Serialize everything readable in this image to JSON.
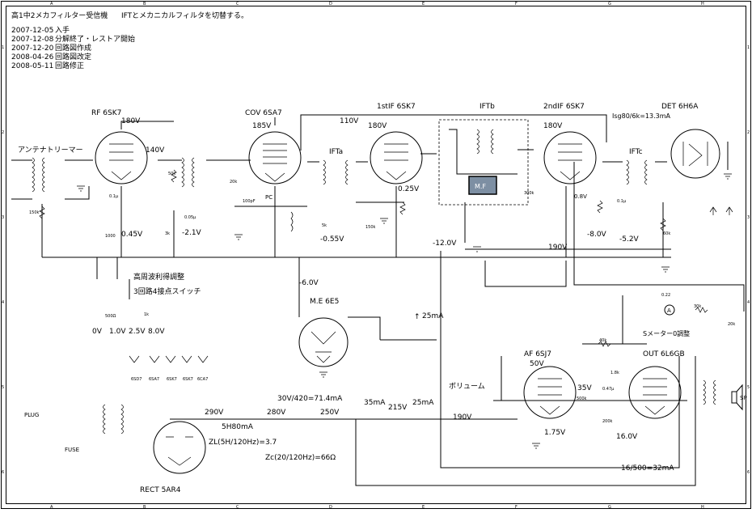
{
  "header": {
    "title": "高1中2メカフィルター受信機",
    "subtitle": "IFTとメカニカルフィルタを切替する。",
    "history": [
      {
        "date": "2007-12-05",
        "text": "入手"
      },
      {
        "date": "2007-12-08",
        "text": "分解終了・レストア開始"
      },
      {
        "date": "2007-12-20",
        "text": "回路図作成"
      },
      {
        "date": "2008-04-26",
        "text": "回路図改定"
      },
      {
        "date": "2008-05-11",
        "text": "回路修正"
      }
    ]
  },
  "frame": {
    "cols": [
      "A",
      "B",
      "C",
      "D",
      "E",
      "F",
      "G",
      "H"
    ],
    "rows": [
      "1",
      "2",
      "3",
      "4",
      "5",
      "6"
    ]
  },
  "stages": {
    "rf": "RF 6SK7",
    "cov": "COV 6SA7",
    "if1": "1stIF 6SK7",
    "iftb": "IFTb",
    "if2": "2ndIF 6SK7",
    "det": "DET 6H6A",
    "ift_a": "IFTa",
    "ift_c": "IFTc",
    "mf": "M.F",
    "me": "M.E 6E5",
    "af": "AF 6SJ7",
    "out": "OUT 6L6GB",
    "rect": "RECT 5AR4",
    "antenna_trimmer": "アンテナトリーマー",
    "volume": "ボリューム",
    "smeter": "Sメーター0調整",
    "hf_adj": "高周波利得調整",
    "switch_4": "3回路4接点スイッチ",
    "pc": "PC",
    "plug": "PLUG",
    "fuse": "FUSE",
    "sp": "SP"
  },
  "voltages": {
    "rf_plate": "180V",
    "rf_screen": "140V",
    "rf_cathode": "0.45V",
    "cov_plate": "185V",
    "cov_cathode": "-2.1V",
    "if1_plate": "180V",
    "if1_cathode": "0.25V",
    "if1_grid": "-0.55V",
    "bplus_110": "110V",
    "if2_plate": "180V",
    "if2_agc": "-8.0V",
    "if2_cathode": "0.8V",
    "det_grid": "-5.2V",
    "agc_line": "-12.0V",
    "bus_190": "190V",
    "tune_eye": "-6.0V",
    "af_plate": "50V",
    "af_cathode": "1.75V",
    "out_35": "35V",
    "out_cathode": "16.0V",
    "b290": "290V",
    "b280": "280V",
    "b250": "250V",
    "b215": "215V",
    "b190": "190V",
    "rect_note": "5H80mA"
  },
  "annotations": {
    "isg": "Isg80/6k=13.3mA",
    "current_25": "25mA",
    "current_35": "35mA",
    "current_25b": "25mA",
    "power": "30V/420=71.4mA",
    "zl": "ZL(5H/120Hz)=3.7",
    "zc": "Zc(20/120Hz)=66Ω",
    "out_current": "16/500=32mA",
    "switch_values": [
      "0V",
      "1.0V",
      "2.5V",
      "8.0V"
    ]
  },
  "tubes_heater": [
    "6SD7",
    "6SA7",
    "6SK7",
    "6SK7",
    "6CA7"
  ],
  "component_labels": {
    "r_150k": "150k",
    "r_50k": "50k",
    "c_005": "0.05μ",
    "c_01": "0.1μ",
    "r_3k": "3k",
    "r_1000": "1000",
    "r_20k": "20k",
    "c_100p": "100pF",
    "r_150kb": "150k",
    "r_5k": "5k",
    "r_30k": "30k",
    "c_022": "0.22",
    "r_300k": "300k",
    "r_500k": "500k",
    "r_200k": "200k",
    "r_18k": "1.8k",
    "c_047": "0.47μ",
    "c_01b": "0.1μ",
    "r_500": "500Ω",
    "r_1k": "1k",
    "r_40k": "40k",
    "r_60k": "60k",
    "r_20kb": "20k"
  }
}
